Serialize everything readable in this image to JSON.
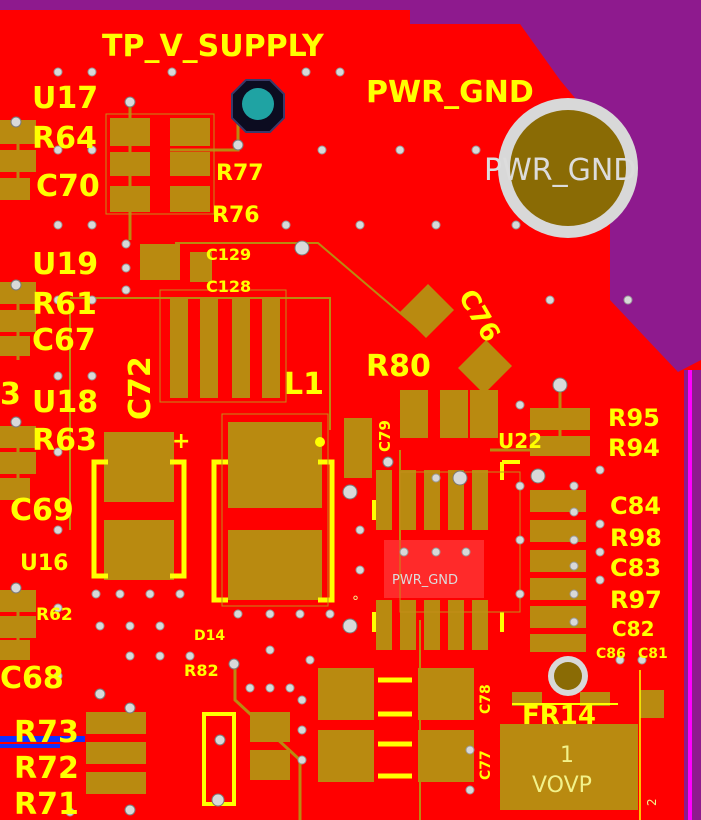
{
  "colors": {
    "copper_plane": "#ff0000",
    "board_outline": "#8e1a8e",
    "pad": "#b98a10",
    "silkscreen": "#ffff00",
    "via": "#d9d9d9",
    "mounting_hole": "#8a6b05"
  },
  "labels": {
    "tp_v_supply": "TP_V_SUPPLY",
    "pwr_gnd_top": "PWR_GND",
    "pwr_gnd_hole": "PWR_GND",
    "pwr_gnd_ic": "PWR_GND",
    "u17": "U17",
    "r64": "R64",
    "c70": "C70",
    "u19": "U19",
    "r61": "R61",
    "c67": "C67",
    "u18": "U18",
    "r63": "R63",
    "c69": "C69",
    "u16": "U16",
    "r62": "R62",
    "c68": "C68",
    "r73": "R73",
    "r72": "R72",
    "r71": "R71",
    "edge_3": "3",
    "c72": "C72",
    "r77": "R77",
    "r76": "R76",
    "c129": "C129",
    "c128": "C128",
    "l1": "L1",
    "c76": "C76",
    "r80": "R80",
    "c79": "C79",
    "u22": "U22",
    "r95": "R95",
    "r94": "R94",
    "c84": "C84",
    "r98": "R98",
    "c83": "C83",
    "r97": "R97",
    "c82": "C82",
    "c86": "C86",
    "c81": "C81",
    "fr14": "FR14",
    "d14": "D14",
    "r82": "R82",
    "c78": "C78",
    "c77": "C77",
    "vovp_pin": "1",
    "vovp": "VOVP",
    "edge_2": "2",
    "plus_sign": "+",
    "degree_mark": "°"
  }
}
